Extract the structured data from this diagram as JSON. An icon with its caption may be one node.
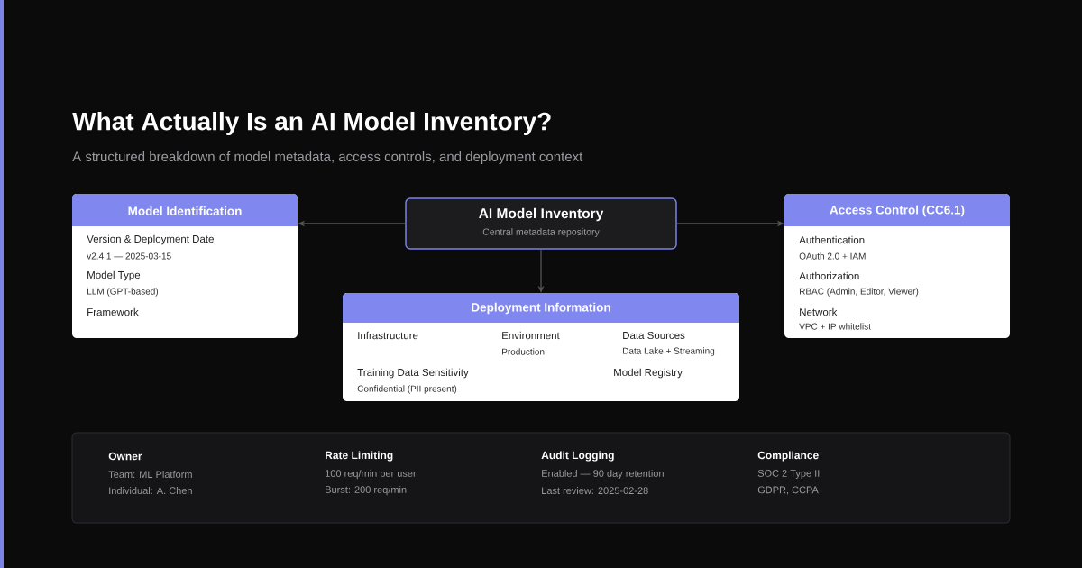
{
  "diagram": {
    "title": "What Actually Is an AI Model Inventory?",
    "nodes": [
      {
        "text": [
          "Model Identification",
          "Version & Deployment Date",
          "v2.4.1 — 2025-03-15",
          "Model Type",
          "LLM (GPT-based)",
          "Framework"
        ]
      },
      {
        "text": [
          "AI Model Inventory",
          "Central metadata repository"
        ]
      },
      {
        "text": [
          "Access Control (CC6.1)",
          "Authentication",
          "OAuth 2.0 + IAM",
          "Authorization",
          "RBAC (Admin, Editor, Viewer)",
          "Network",
          "VPC + IP whitelist"
        ]
      },
      {
        "text": [
          "Deployment Information",
          "Infrastructure",
          "Environment",
          "Production",
          "Data Sources",
          "Data Lake + Streaming",
          "Training Data Sensitivity",
          "Confidential (PII present)",
          "Model Registry"
        ]
      },
      {
        "text": [
          "Owner",
          "Team: ML Platform",
          "Individual: A. Chen",
          "Rate Limiting",
          "100 req/min per user",
          "Burst: 200 req/min",
          "Audit Logging",
          "Enabled — 90 day retention",
          "Last review: 2025-02-28",
          "Compliance",
          "SOC 2 Type II",
          "GDPR, CCPA"
        ]
      }
    ],
    "edges": [
      {
        "from": 1,
        "to": 0,
        "arrow": "to"
      },
      {
        "from": 1,
        "to": 2,
        "arrow": "to"
      },
      {
        "from": 1,
        "to": 3,
        "arrow": "to"
      }
    ],
    "labels": [
      "A structured breakdown of model metadata, access controls, and deployment context"
    ]
  }
}
